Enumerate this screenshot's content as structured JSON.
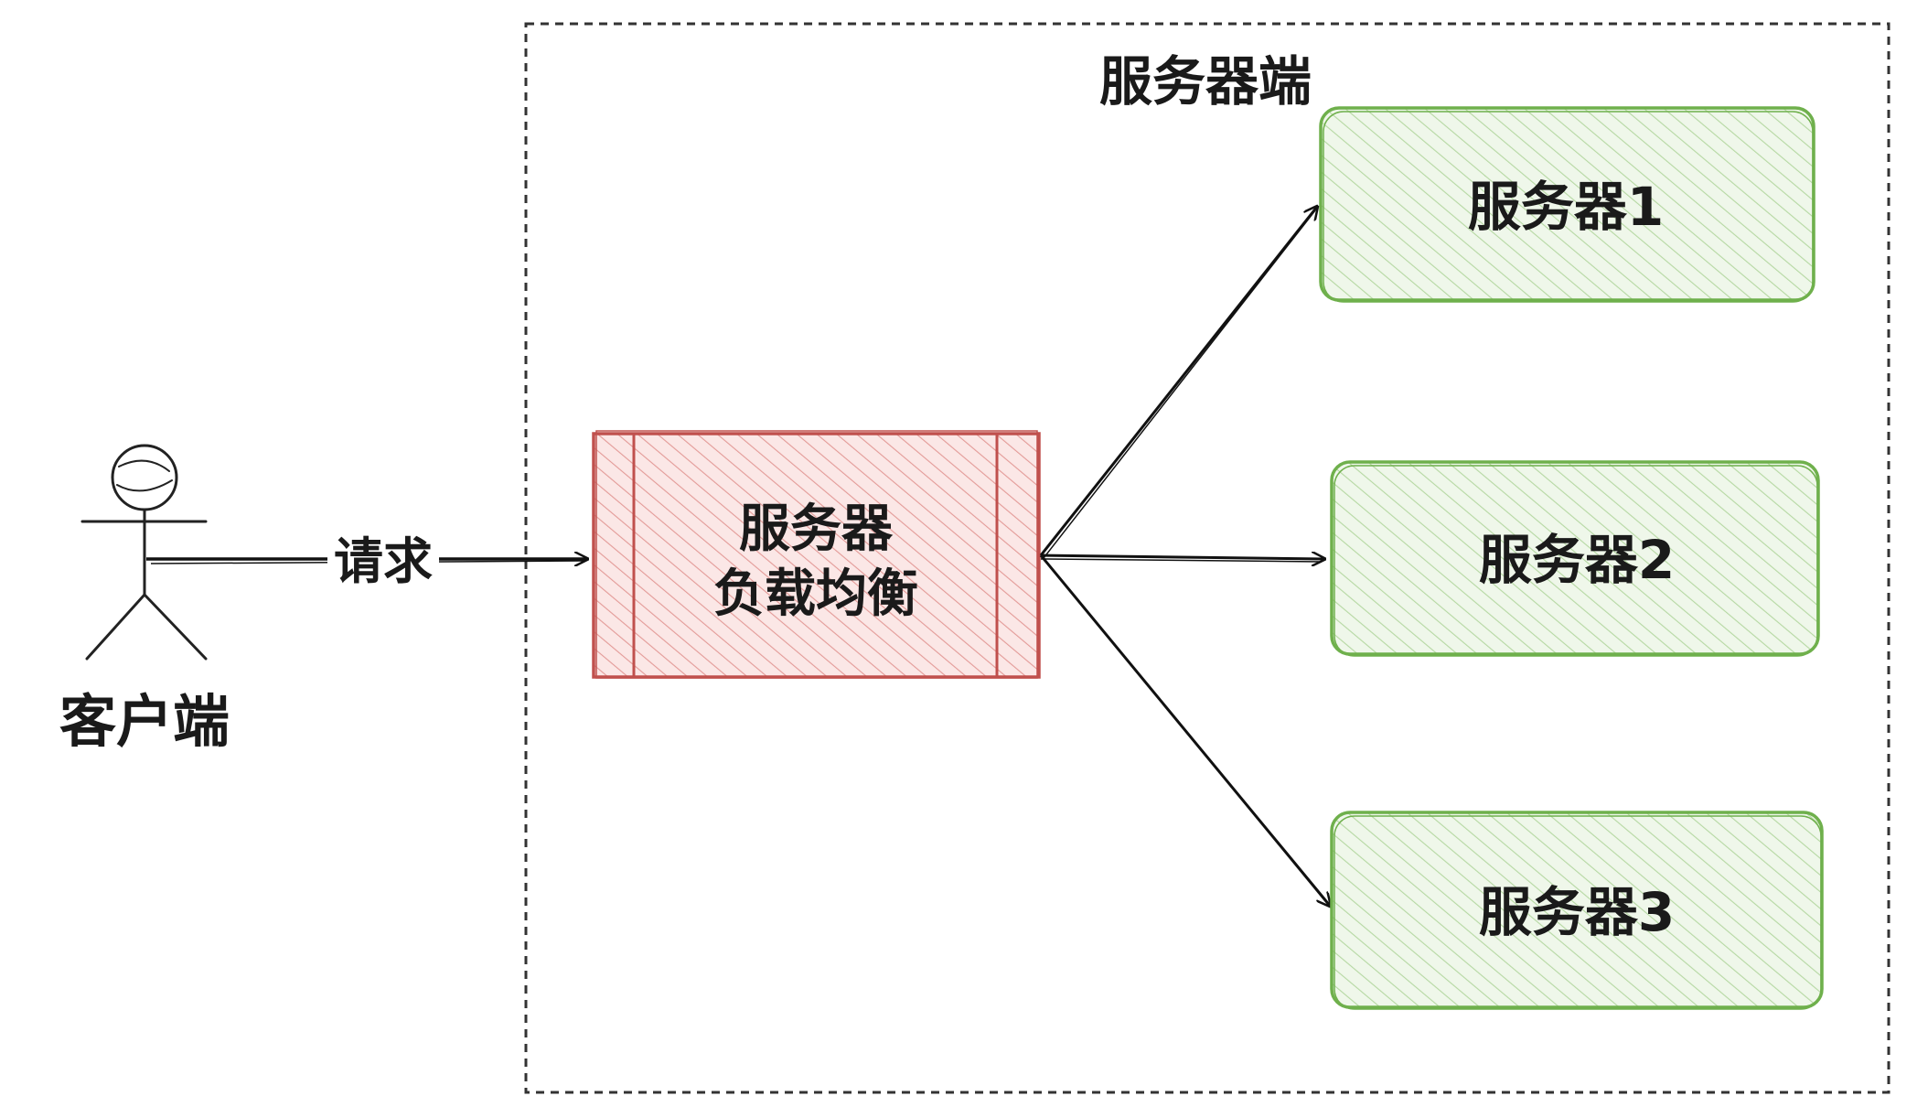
{
  "container": {
    "title": "服务器端"
  },
  "client": {
    "label": "客户端"
  },
  "request": {
    "label": "请求"
  },
  "load_balancer": {
    "line1": "服务器",
    "line2": "负载均衡"
  },
  "servers": [
    {
      "label": "服务器1"
    },
    {
      "label": "服务器2"
    },
    {
      "label": "服务器3"
    }
  ],
  "colors": {
    "lb_stroke": "#c0504d",
    "lb_fill": "#f6d9d8",
    "server_stroke": "#6fb04c",
    "server_fill": "#e6f2de",
    "line": "#111111"
  },
  "icons": {
    "client": "stick-figure-icon",
    "arrow": "arrowhead-icon"
  }
}
